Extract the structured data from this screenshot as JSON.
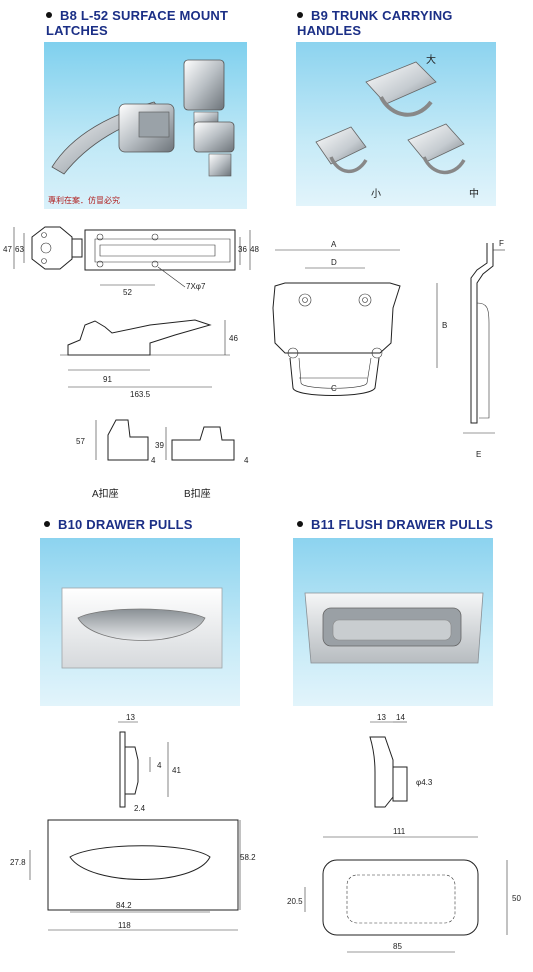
{
  "sections": {
    "b8": {
      "title_line1": "B8 L-52 SURFACE MOUNT",
      "title_line2": "LATCHES",
      "watermark": "專利在案．仿冒必究"
    },
    "b9": {
      "title_line1": "B9 TRUNK CARRYING",
      "title_line2": "HANDLES",
      "size_large": "大",
      "size_small": "小",
      "size_medium": "中"
    },
    "b10": {
      "title": "B10 DRAWER PULLS"
    },
    "b11": {
      "title": "B11 FLUSH DRAWER PULLS"
    }
  },
  "drawings": {
    "latch": {
      "dims": {
        "d47": "47",
        "d63": "63",
        "d36": "36",
        "d48": "48",
        "d52": "52",
        "hole": "7Xφ7",
        "d46": "46",
        "d91": "91",
        "d1635": "163.5",
        "d57": "57",
        "d4a": "4",
        "d39": "39",
        "d4b": "4"
      },
      "seat_a": "A扣座",
      "seat_b": "B扣座"
    },
    "handle": {
      "A": "A",
      "B": "B",
      "C": "C",
      "D": "D",
      "E": "E",
      "F": "F"
    },
    "drawer": {
      "d13": "13",
      "d4": "4",
      "d41": "41",
      "d24": "2.4",
      "d278": "27.8",
      "d582": "58.2",
      "d842": "84.2",
      "d118": "118"
    },
    "flush": {
      "d13": "13",
      "d14": "14",
      "d43": "φ4.3",
      "d111": "111",
      "d205": "20.5",
      "d50": "50",
      "d85": "85"
    }
  }
}
